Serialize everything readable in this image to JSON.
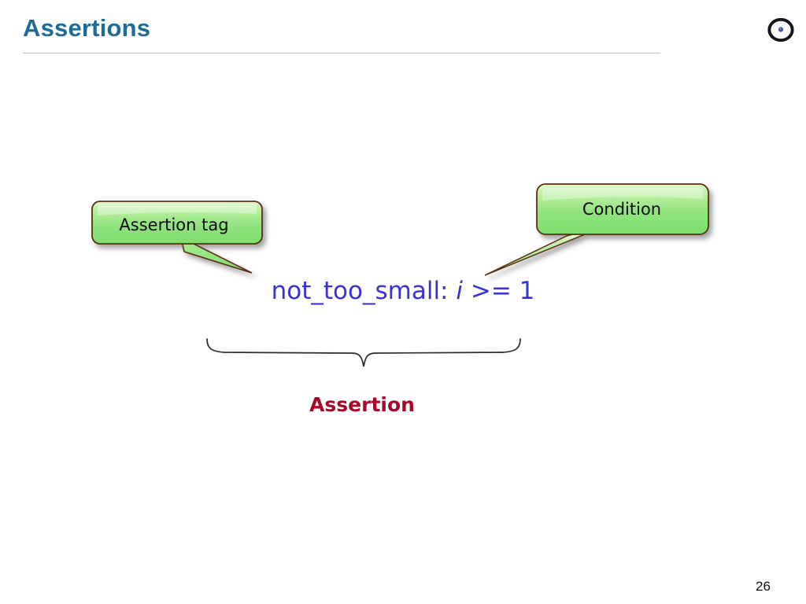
{
  "slide": {
    "title": "Assertions",
    "page_number": "26",
    "background_color": "#ffffff",
    "title_color": "#1b6d97",
    "rule_color": "#aebfcd"
  },
  "logo": {
    "icon": "ring-logo-icon",
    "ring_color": "#14151a",
    "dot_color": "#3b5c96"
  },
  "callouts": [
    {
      "id": "assertion-tag",
      "label": "Assertion tag",
      "fill_light": "#d9f7c2",
      "fill_main": "#8fe37e",
      "border_color": "#5c2d12",
      "text_color": "#0a0a0a",
      "tail_direction": "down-right"
    },
    {
      "id": "condition",
      "label": "Condition",
      "fill_light": "#d9f7c2",
      "fill_main": "#8fe37e",
      "border_color": "#5c2d12",
      "text_color": "#0a0a0a",
      "tail_direction": "down-left"
    }
  ],
  "code": {
    "tag": "not_too_small:",
    "variable": "i",
    "expression": ">= 1",
    "color": "#3a32d2"
  },
  "annotation": {
    "brace_label": "Assertion",
    "brace_label_color": "#a8082c",
    "brace_stroke": "#2b2b2b"
  }
}
